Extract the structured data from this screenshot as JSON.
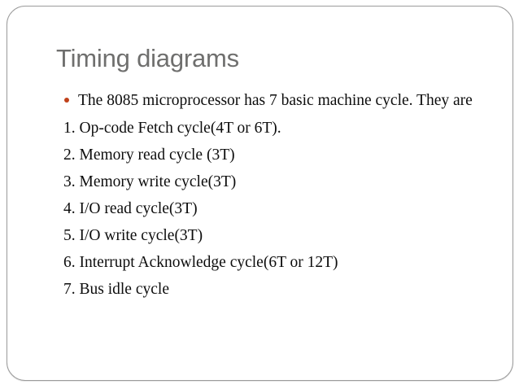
{
  "slide": {
    "title": "Timing diagrams",
    "bullet": {
      "icon": "bullet-dot-icon",
      "text": "The 8085 microprocessor has 7 basic machine cycle. They are"
    },
    "items": [
      "1. Op-code Fetch cycle(4T or 6T).",
      "2. Memory read cycle (3T)",
      "3. Memory write cycle(3T)",
      "4. I/O read cycle(3T)",
      "5. I/O write cycle(3T)",
      "6. Interrupt Acknowledge cycle(6T or 12T)",
      "7. Bus idle cycle"
    ]
  },
  "colors": {
    "title": "#6f6f6e",
    "bullet": "#c0411a",
    "body_text": "#0d0d0d",
    "slide_border": "#9b9b9b",
    "background": "#ffffff"
  }
}
